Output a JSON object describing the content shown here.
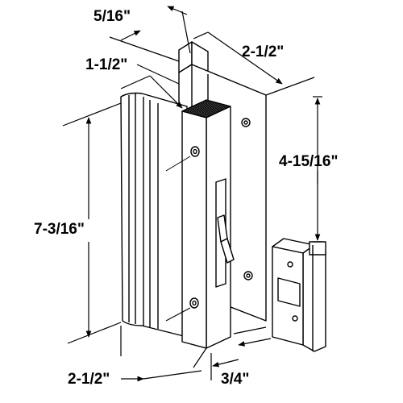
{
  "dimensions": {
    "top_lip_width": "5/16\"",
    "bracket_width": "2-1/2\"",
    "handle_depth": "1-1/2\"",
    "keeper_height": "4-15/16\"",
    "handle_height": "7-3/16\"",
    "base_width": "2-1/2\"",
    "face_thickness": "3/4\""
  },
  "colors": {
    "line": "#000000",
    "fill": "#ffffff",
    "block": "#1a1a1a"
  }
}
